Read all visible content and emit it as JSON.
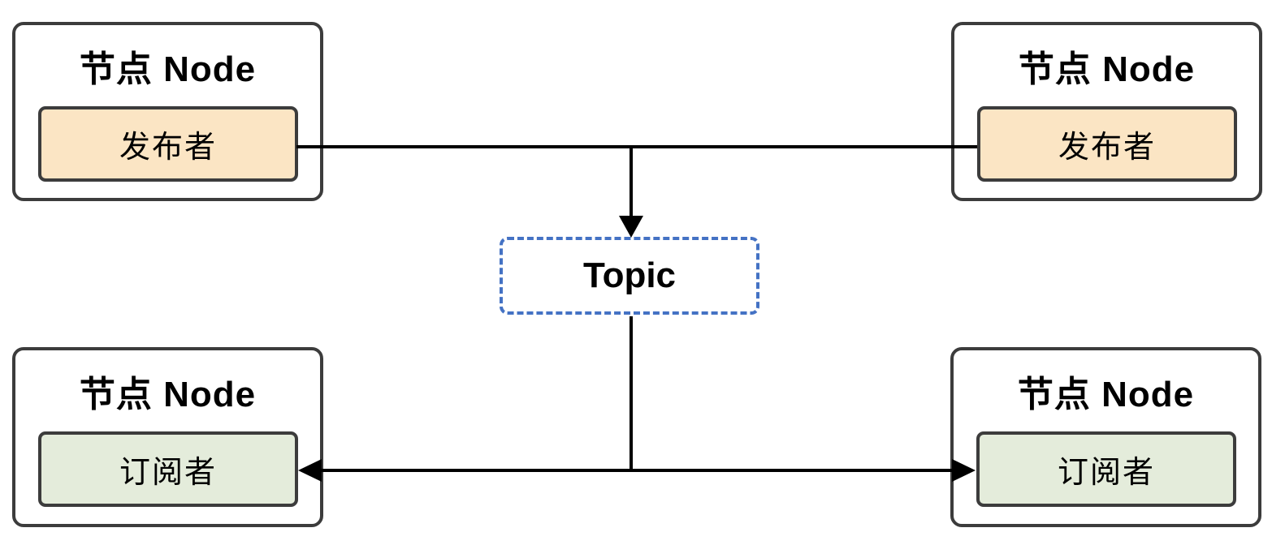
{
  "diagram": {
    "background": "#ffffff",
    "colors": {
      "node_border": "#3c3c3c",
      "publisher_fill": "#fbe5c4",
      "subscriber_fill": "#e4ecdb",
      "topic_border": "#4472c4",
      "line": "#000000",
      "text": "#000000"
    },
    "nodes": [
      {
        "id": "top-left",
        "title": "节点 Node",
        "member_label": "发布者",
        "member_role": "publisher"
      },
      {
        "id": "top-right",
        "title": "节点 Node",
        "member_label": "发布者",
        "member_role": "publisher"
      },
      {
        "id": "bottom-left",
        "title": "节点 Node",
        "member_label": "订阅者",
        "member_role": "subscriber"
      },
      {
        "id": "bottom-right",
        "title": "节点 Node",
        "member_label": "订阅者",
        "member_role": "subscriber"
      }
    ],
    "topic": {
      "label": "Topic"
    },
    "edges": [
      {
        "from": "publisher-top-left",
        "to": "publisher-top-right",
        "style": "plain-line"
      },
      {
        "from": "publishers-line",
        "to": "topic",
        "style": "arrow-down"
      },
      {
        "from": "topic",
        "to": "subscribers-line",
        "style": "plain-line"
      },
      {
        "from": "subscribers-line",
        "to": "subscriber-bottom-left",
        "style": "arrow-left"
      },
      {
        "from": "subscribers-line",
        "to": "subscriber-bottom-right",
        "style": "arrow-right"
      }
    ]
  }
}
